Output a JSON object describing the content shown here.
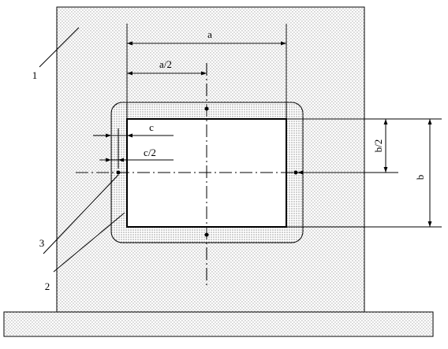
{
  "labels": {
    "a": "a",
    "a_half": "a/2",
    "b": "b",
    "b_half": "b/2",
    "c": "c",
    "c_half": "c/2",
    "part_1": "1",
    "part_2": "2",
    "part_3": "3"
  },
  "colors": {
    "line": "#000000",
    "fill_background": "#ffffff",
    "dot_pattern": "#555555"
  }
}
